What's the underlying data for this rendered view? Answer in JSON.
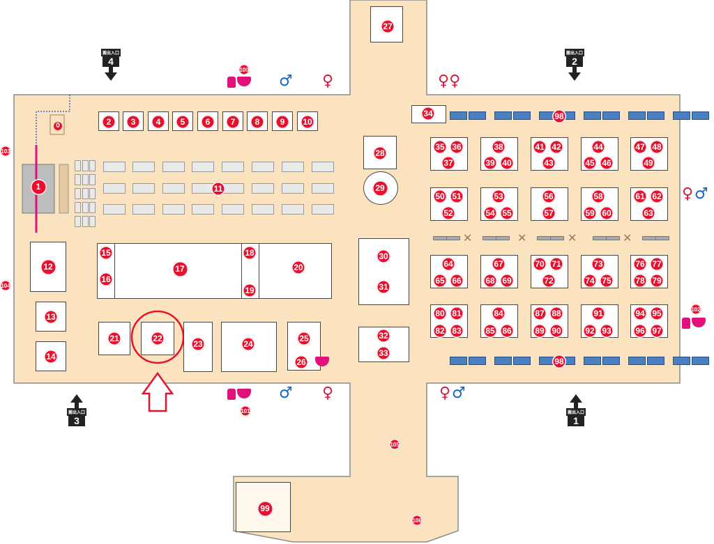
{
  "booth_numbers": [
    "1",
    "2",
    "3",
    "4",
    "5",
    "6",
    "7",
    "8",
    "9",
    "10",
    "11",
    "12",
    "13",
    "14",
    "15",
    "16",
    "17",
    "18",
    "19",
    "20",
    "21",
    "22",
    "23",
    "24",
    "25",
    "26",
    "27",
    "28",
    "29",
    "30",
    "31",
    "32",
    "33",
    "34",
    "35",
    "36",
    "37",
    "38",
    "39",
    "40",
    "41",
    "42",
    "43",
    "44",
    "45",
    "46",
    "47",
    "48",
    "49",
    "50",
    "51",
    "52",
    "53",
    "54",
    "55",
    "56",
    "57",
    "58",
    "59",
    "60",
    "61",
    "62",
    "63",
    "64",
    "65",
    "66",
    "67",
    "68",
    "69",
    "70",
    "71",
    "72",
    "73",
    "74",
    "75",
    "76",
    "77",
    "78",
    "79",
    "80",
    "81",
    "82",
    "83",
    "84",
    "85",
    "86",
    "87",
    "88",
    "89",
    "90",
    "91",
    "92",
    "93",
    "94",
    "95",
    "96",
    "97",
    "98",
    "99",
    "100",
    "101",
    "102",
    "103",
    "104",
    "105",
    "106"
  ],
  "zero_label": "0",
  "exits": [
    {
      "label": "搬出入口",
      "number": "4"
    },
    {
      "label": "搬出入口",
      "number": "2"
    },
    {
      "label": "搬出入口",
      "number": "3"
    },
    {
      "label": "搬出入口",
      "number": "1"
    }
  ],
  "highlight": {
    "booth": "22",
    "color": "#e8112d"
  },
  "colors": {
    "floor": "#fbe3c0",
    "badge": "#e8112d",
    "nursing": "#e0117a",
    "men": "#1565c0",
    "women": "#d81b3c"
  }
}
